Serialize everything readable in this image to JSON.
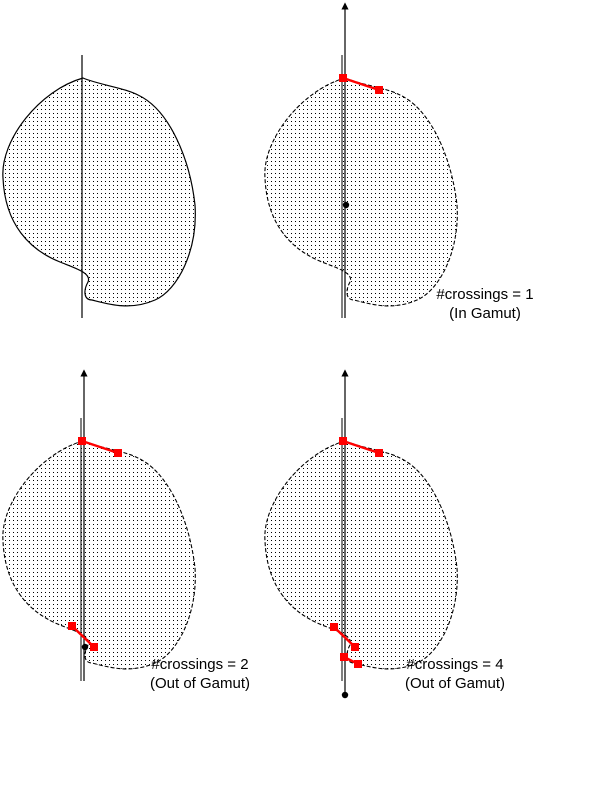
{
  "panels": [
    {
      "id": "reference",
      "caption": null
    },
    {
      "id": "one-crossing",
      "caption": {
        "count": "#crossings = 1",
        "status": "(In Gamut)"
      }
    },
    {
      "id": "two-crossings",
      "caption": {
        "count": "#crossings = 2",
        "status": "(Out of Gamut)"
      }
    },
    {
      "id": "four-crossings",
      "caption": {
        "count": "#crossings = 4",
        "status": "(Out of Gamut)"
      }
    }
  ],
  "colors": {
    "outline": "#000000",
    "stipple": "#000000",
    "crossing_marker": "#ff0000",
    "test_point": "#000000",
    "background": "#ffffff"
  }
}
